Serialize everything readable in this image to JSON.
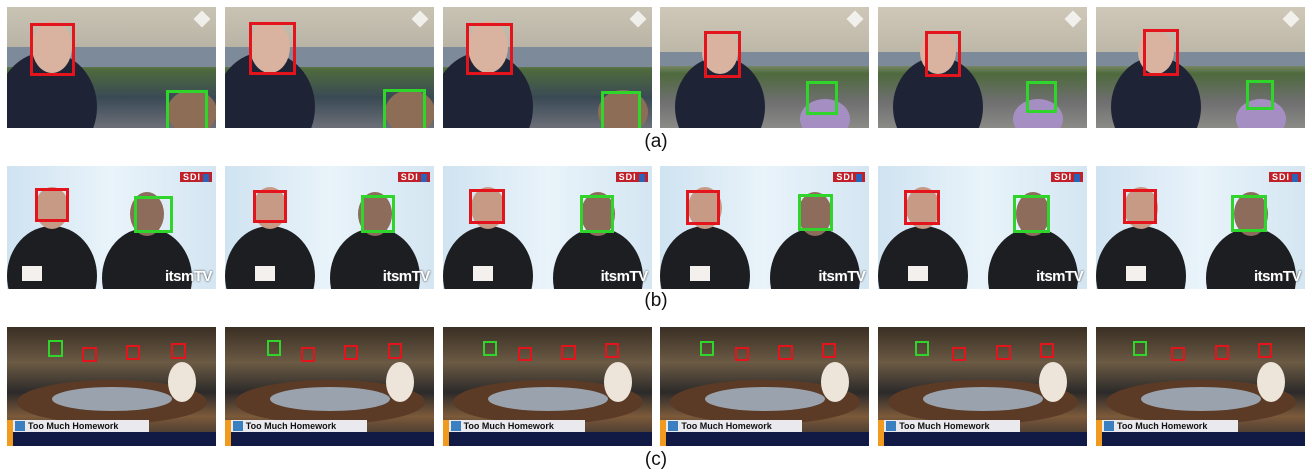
{
  "figure": {
    "captions": {
      "a": "(a)",
      "b": "(b)",
      "c": "(c)"
    },
    "row_b": {
      "channel_logo": "SDI",
      "watermark": "itsmTV"
    },
    "row_c": {
      "banner_text": "Too Much Homework"
    },
    "colors": {
      "speaker_box": "#e3141b",
      "listener_box": "#2fd52b"
    }
  }
}
